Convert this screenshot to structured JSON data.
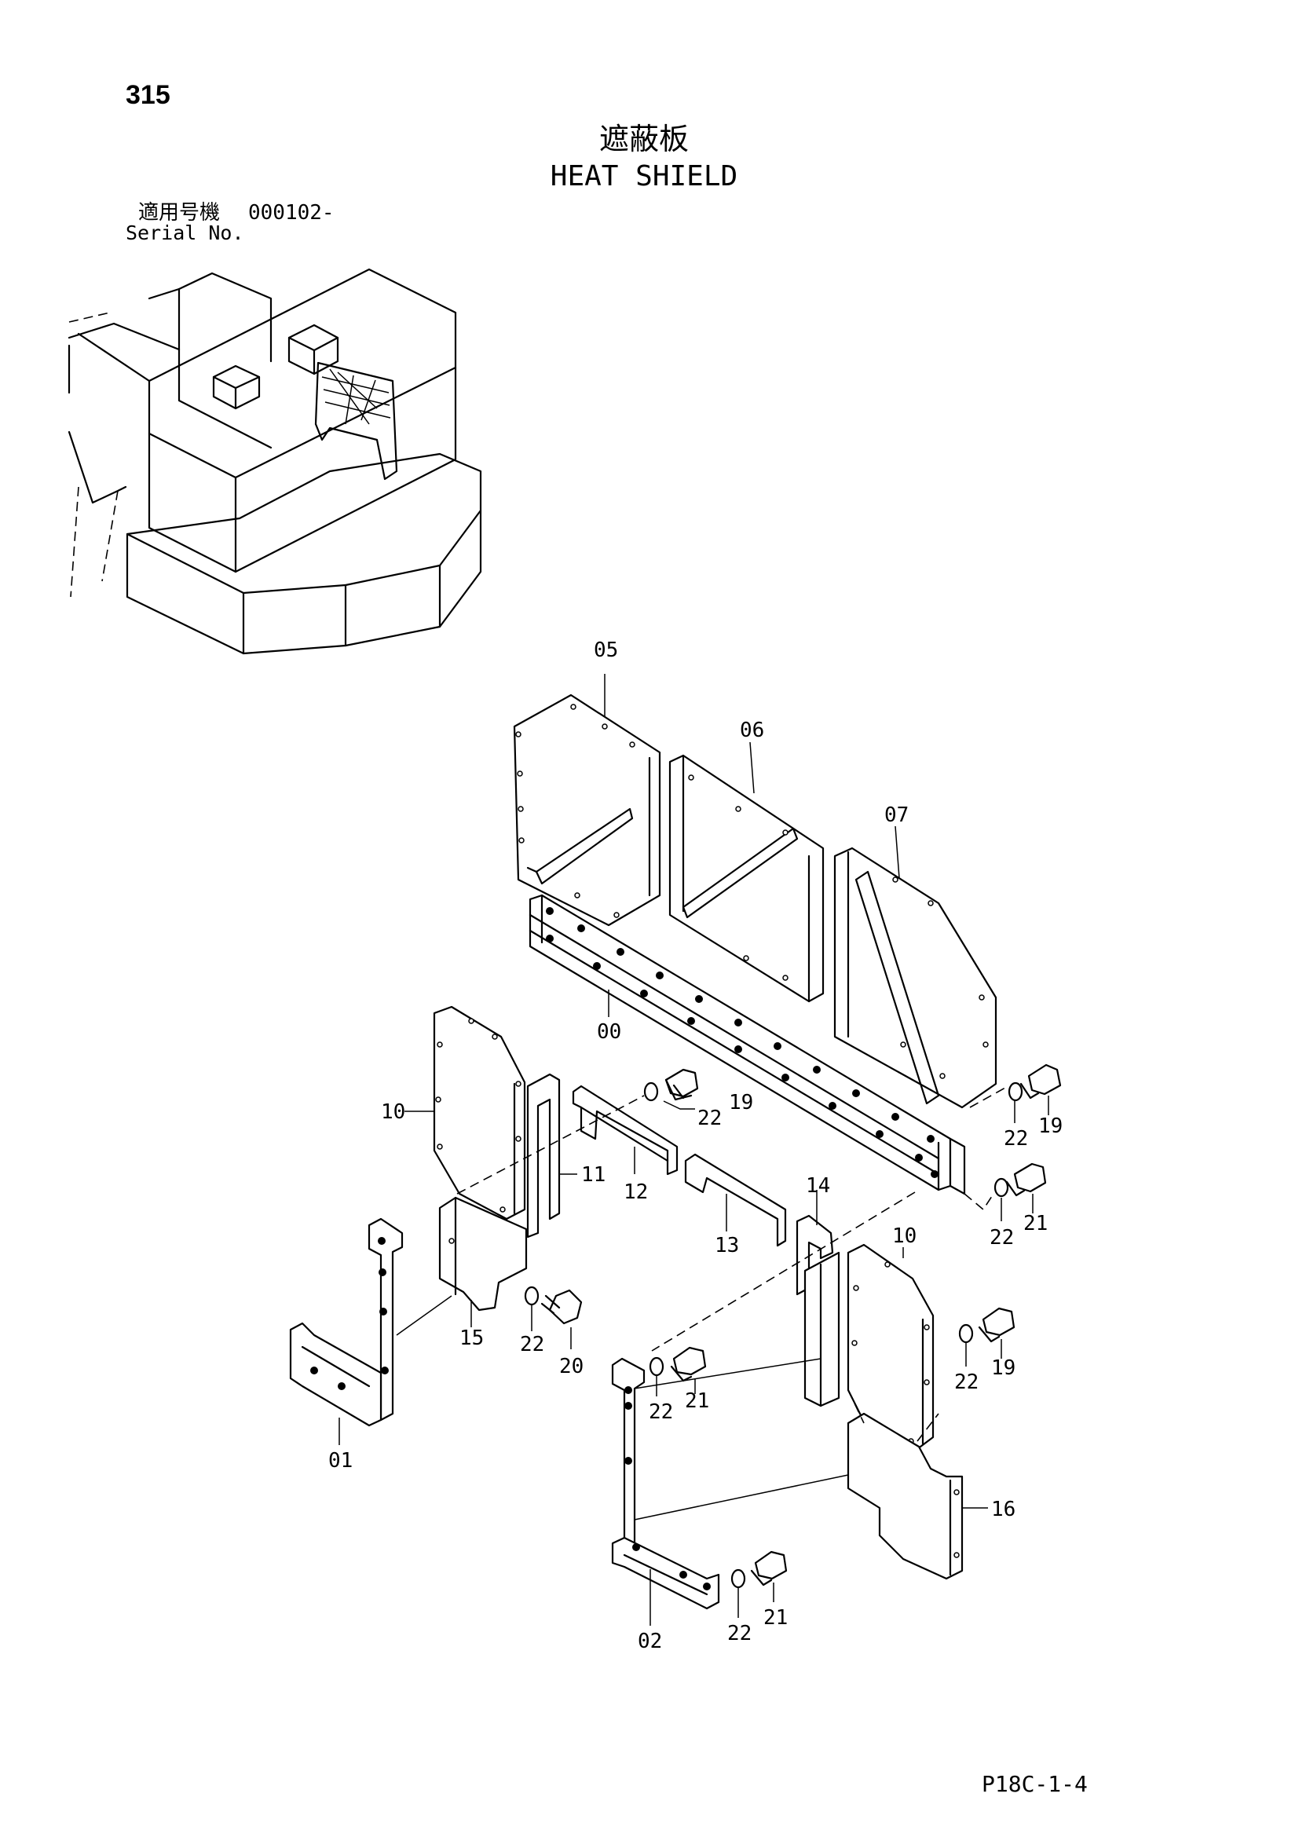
{
  "page": {
    "page_number": "315",
    "title_ja": "遮蔽板",
    "title_en": "HEAT SHIELD",
    "serial_label_ja": "適用号機",
    "serial_value": "000102-",
    "serial_label_en": "Serial No.",
    "footer_code": "P18C-1-4"
  },
  "callouts": [
    "05",
    "06",
    "07",
    "00",
    "10",
    "11",
    "12",
    "13",
    "14",
    "15",
    "22",
    "19",
    "22",
    "19",
    "22",
    "21",
    "22",
    "20",
    "22",
    "21",
    "10",
    "22",
    "19",
    "01",
    "16",
    "02",
    "22",
    "21"
  ]
}
